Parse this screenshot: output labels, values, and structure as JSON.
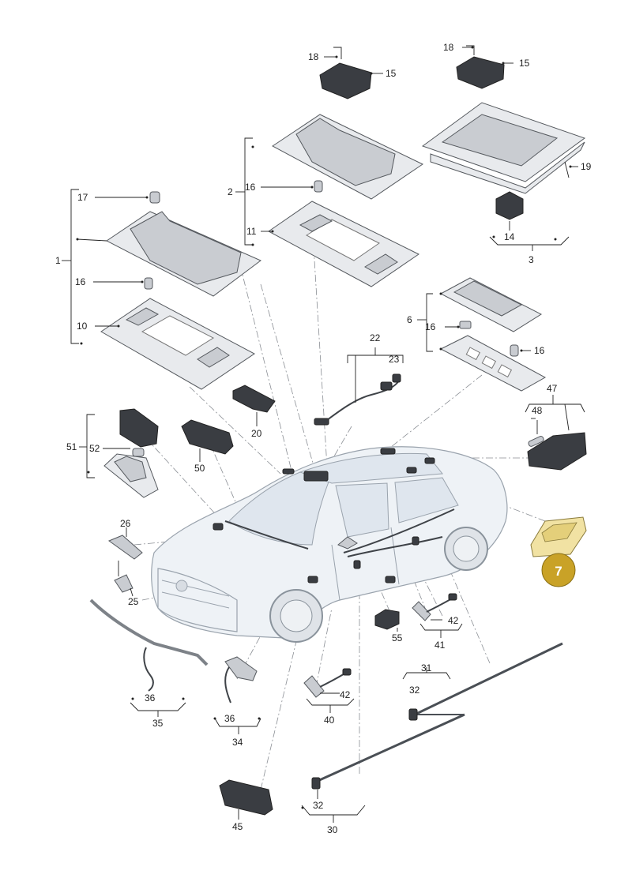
{
  "diagram": {
    "callouts": {
      "c1": "1",
      "c2": "2",
      "c3": "3",
      "c6": "6",
      "c7": "7",
      "c10": "10",
      "c11": "11",
      "c14": "14",
      "c15a": "15",
      "c15b": "15",
      "c16a": "16",
      "c16b": "16",
      "c16c": "16",
      "c16d": "16",
      "c17": "17",
      "c18a": "18",
      "c18b": "18",
      "c19": "19",
      "c20": "20",
      "c22": "22",
      "c23": "23",
      "c25": "25",
      "c26": "26",
      "c30": "30",
      "c31": "31",
      "c32a": "32",
      "c32b": "32",
      "c34": "34",
      "c35": "35",
      "c36a": "36",
      "c36b": "36",
      "c40": "40",
      "c41": "41",
      "c42a": "42",
      "c42b": "42",
      "c45": "45",
      "c47": "47",
      "c48": "48",
      "c50": "50",
      "c51": "51",
      "c52": "52",
      "c55": "55"
    },
    "highlight_color": "#c9a227",
    "highlighted_part": "7"
  }
}
